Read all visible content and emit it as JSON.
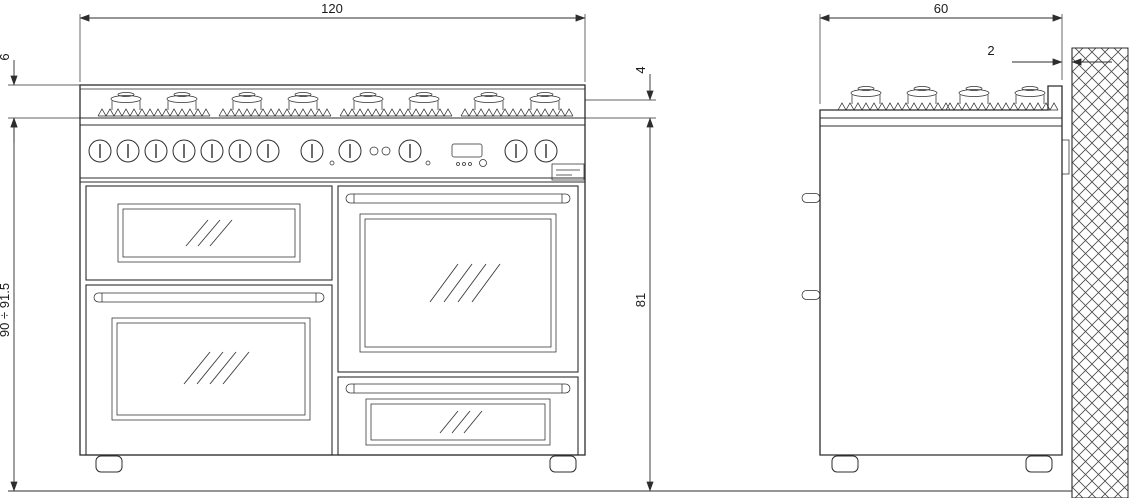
{
  "front_view": {
    "width_label": "120",
    "backguard_height_label": "6",
    "overall_height_label": "90 ÷ 91.5",
    "cooktop_thickness_label": "4",
    "body_height_label": "81"
  },
  "side_view": {
    "depth_label": "60",
    "wall_clearance_label": "2"
  },
  "colors": {
    "line": "#2d2d2d",
    "background": "#ffffff",
    "wall_hatch": "#4a4a4a"
  }
}
